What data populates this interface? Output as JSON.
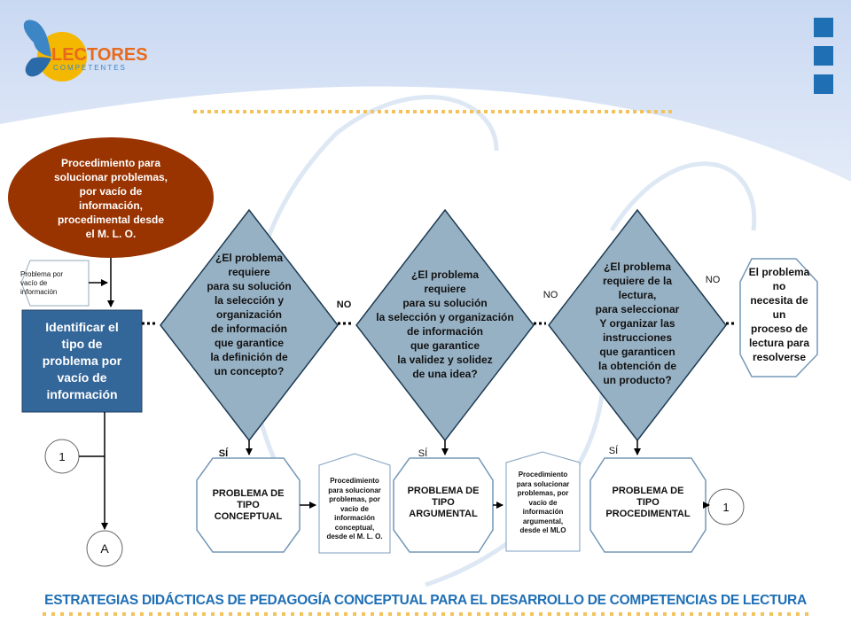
{
  "logo": {
    "line1": "LECTORES",
    "line2": "COMPETENTES"
  },
  "start": {
    "text": "Procedimiento para\nsolucionar  problemas,\npor vacío de\ninformación,\nprocedimental desde\nel M. L. O."
  },
  "input_note": {
    "text": "Problema por\nvacío de\ninformación"
  },
  "process": {
    "text": "Identificar el\ntipo de\nproblema por\nvacío de\ninformación"
  },
  "decisions": [
    {
      "text": "¿El problema\nrequiere\npara su solución\nla selección y\norganización\nde información\nque garantice\nla definición de\nun concepto?"
    },
    {
      "text": "¿El problema\nrequiere\npara su solución\nla selección y organización\nde información\nque garantice\nla validez y solidez\nde una idea?"
    },
    {
      "text": "¿El problema\nrequiere de la\nlectura,\npara seleccionar\nY organizar las\ninstrucciones\nque garanticen\nla obtención de\nun producto?"
    }
  ],
  "edge_labels": {
    "no_1": "NO",
    "no_2": "NO",
    "no_3": "NO",
    "si_1": "SÍ",
    "si_2": "SÍ",
    "si_3": "SÍ"
  },
  "end": {
    "text": "El problema no\nnecesita de un\nproceso de\nlectura para\nresolverse"
  },
  "outcomes": [
    {
      "text": "PROBLEMA DE\nTIPO\nCONCEPTUAL"
    },
    {
      "text": "PROBLEMA DE\nTIPO\nARGUMENTAL"
    },
    {
      "text": "PROBLEMA DE\nTIPO\nPROCEDIMENTAL"
    }
  ],
  "procedures": [
    {
      "text": "Procedimiento\npara solucionar\nproblemas, por\nvacío de\ninformación\nconceptual,\ndesde el M. L. O."
    },
    {
      "text": "Procedimiento\npara solucionar\nproblemas, por\nvacío de\ninformación\nargumental,\ndesde el MLO"
    }
  ],
  "connectors": {
    "left": "1",
    "right": "1",
    "bottom": "A"
  },
  "footer": {
    "title": "ESTRATEGIAS DIDÁCTICAS DE PEDAGOGÍA CONCEPTUAL PARA EL DESARROLLO DE COMPETENCIAS DE LECTURA"
  },
  "colors": {
    "start_fill": "#993300",
    "process_fill": "#336699",
    "decision_fill": "#97b1c4",
    "accent_blue": "#1f6fb5",
    "dots": "#f3c25a"
  }
}
